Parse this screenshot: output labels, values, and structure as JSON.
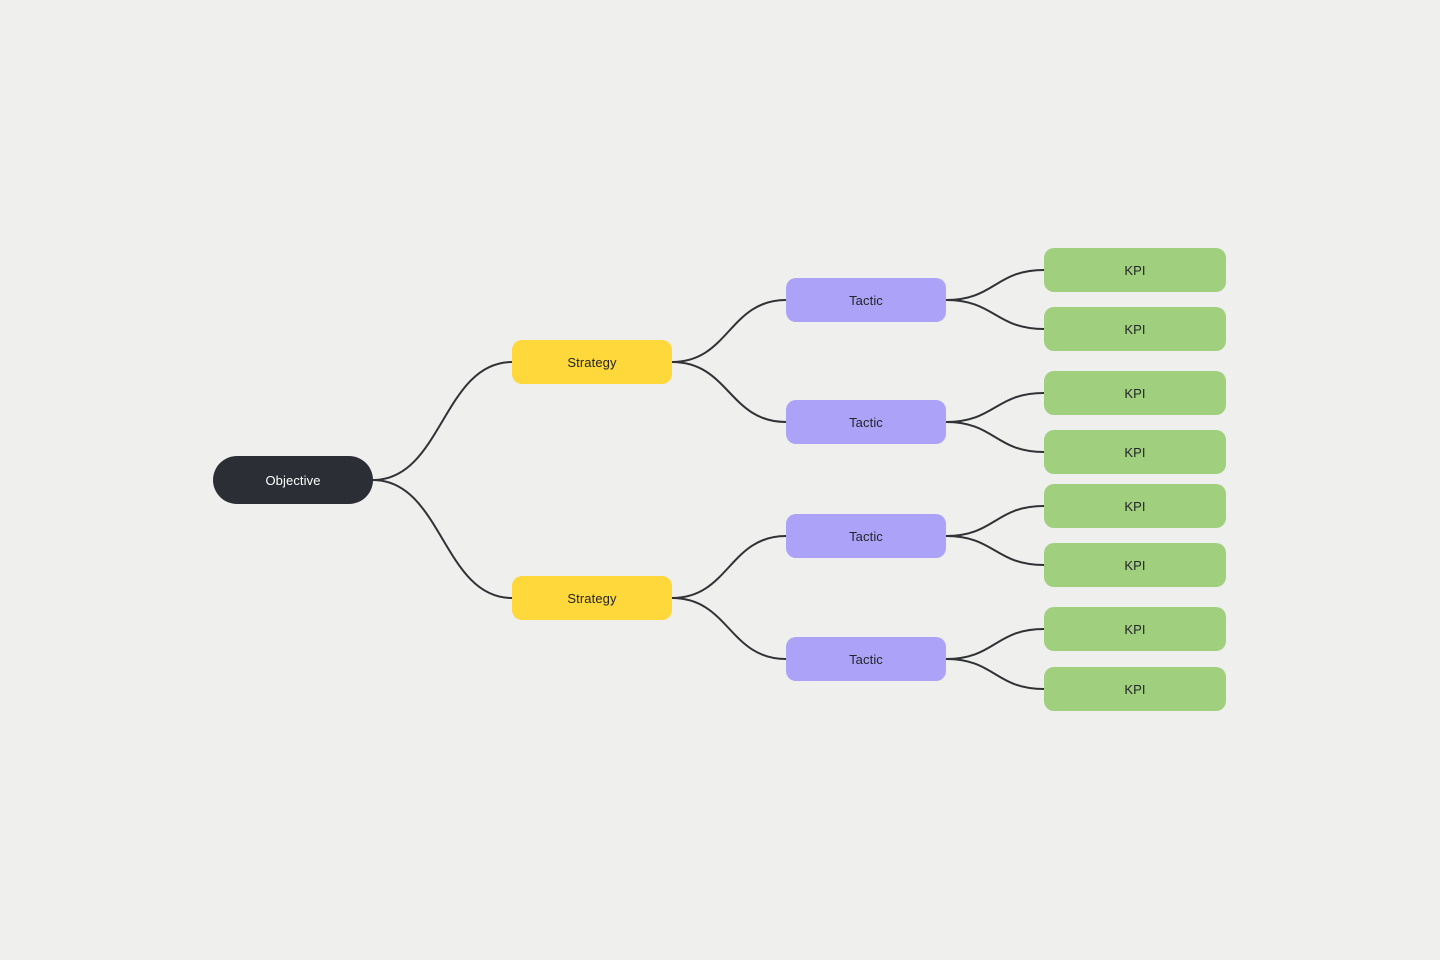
{
  "diagram": {
    "type": "mindmap",
    "colors": {
      "canvas_bg": "#efefee",
      "edge": "#303236",
      "objective_bg": "#2b2e35",
      "objective_text": "#ffffff",
      "strategy_bg": "#ffd83b",
      "tactic_bg": "#aca2f7",
      "kpi_bg": "#a0cf7e",
      "node_text": "#232528"
    },
    "nodes": {
      "objective": {
        "label": "Objective"
      },
      "strategy_1": {
        "label": "Strategy"
      },
      "strategy_2": {
        "label": "Strategy"
      },
      "tactic_1": {
        "label": "Tactic"
      },
      "tactic_2": {
        "label": "Tactic"
      },
      "tactic_3": {
        "label": "Tactic"
      },
      "tactic_4": {
        "label": "Tactic"
      },
      "kpi_1": {
        "label": "KPI"
      },
      "kpi_2": {
        "label": "KPI"
      },
      "kpi_3": {
        "label": "KPI"
      },
      "kpi_4": {
        "label": "KPI"
      },
      "kpi_5": {
        "label": "KPI"
      },
      "kpi_6": {
        "label": "KPI"
      },
      "kpi_7": {
        "label": "KPI"
      },
      "kpi_8": {
        "label": "KPI"
      }
    },
    "edges": [
      {
        "from": "objective",
        "to": "strategy_1"
      },
      {
        "from": "objective",
        "to": "strategy_2"
      },
      {
        "from": "strategy_1",
        "to": "tactic_1"
      },
      {
        "from": "strategy_1",
        "to": "tactic_2"
      },
      {
        "from": "strategy_2",
        "to": "tactic_3"
      },
      {
        "from": "strategy_2",
        "to": "tactic_4"
      },
      {
        "from": "tactic_1",
        "to": "kpi_1"
      },
      {
        "from": "tactic_1",
        "to": "kpi_2"
      },
      {
        "from": "tactic_2",
        "to": "kpi_3"
      },
      {
        "from": "tactic_2",
        "to": "kpi_4"
      },
      {
        "from": "tactic_3",
        "to": "kpi_5"
      },
      {
        "from": "tactic_3",
        "to": "kpi_6"
      },
      {
        "from": "tactic_4",
        "to": "kpi_7"
      },
      {
        "from": "tactic_4",
        "to": "kpi_8"
      }
    ]
  }
}
